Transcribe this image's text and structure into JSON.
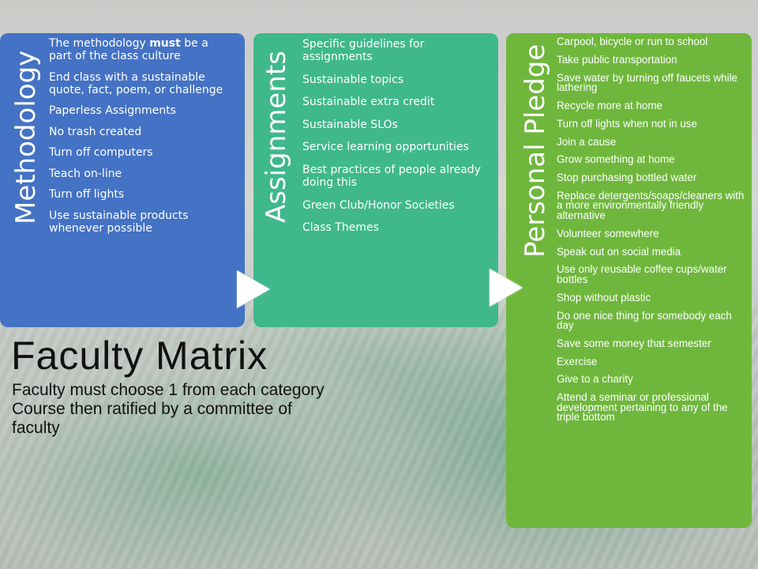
{
  "slide": {
    "title": "Faculty Matrix",
    "subtitle_lines": [
      "Faculty must choose 1 from each category",
      "Course then ratified by a committee of",
      "faculty"
    ]
  },
  "colors": {
    "methodology": "#4472c4",
    "assignments": "#3fb88c",
    "personal_pledge": "#6fb73c"
  },
  "columns": [
    {
      "title": "Methodology",
      "items": [
        "The methodology must be a part of the class culture",
        "End class with a sustainable quote, fact, poem, or challenge",
        "Paperless Assignments",
        "No trash created",
        "Turn off computers",
        "Teach on-line",
        "Turn off lights",
        "Use sustainable products whenever possible"
      ],
      "item0_parts": [
        "The methodology ",
        "must",
        " be a part of the class culture"
      ]
    },
    {
      "title": "Assignments",
      "items": [
        "Specific guidelines for assignments",
        "Sustainable topics",
        "Sustainable extra credit",
        "Sustainable SLOs",
        "Service learning opportunities",
        "Best practices of people already doing this",
        "Green Club/Honor Societies",
        "Class Themes"
      ]
    },
    {
      "title": "Personal Pledge",
      "items": [
        "Carpool, bicycle or run to school",
        "Take public transportation",
        "Save water by turning off faucets while lathering",
        "Recycle more at home",
        "Turn off lights when not in use",
        "Join a cause",
        "Grow something at home",
        "Stop purchasing bottled water",
        "Replace detergents/soaps/cleaners with a more environmentally friendly alternative",
        "Volunteer somewhere",
        "Speak out on social media",
        "Use only reusable coffee cups/water bottles",
        "Shop without plastic",
        "Do one nice thing for somebody each day",
        "Save some money that semester",
        "Exercise",
        "Give to a charity",
        "Attend a seminar or professional development pertaining to any of the triple bottom"
      ]
    }
  ]
}
